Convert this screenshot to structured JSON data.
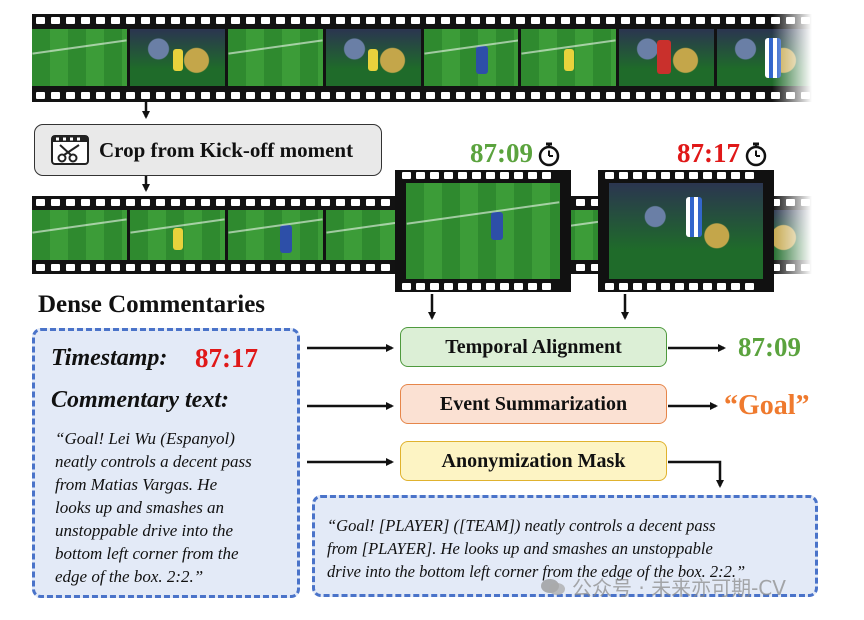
{
  "crop": {
    "label": "Crop from Kick-off moment",
    "icon": "scissors-film-icon"
  },
  "timestamps": {
    "aligned": {
      "value": "87:09",
      "color": "#5ba33e"
    },
    "original": {
      "value": "87:17",
      "color": "#e01818"
    }
  },
  "dense": {
    "title": "Dense Commentaries",
    "timestamp_label": "Timestamp:",
    "timestamp_value": "87:17",
    "commentary_label": "Commentary text:",
    "commentary_lines": [
      "“Goal! Lei Wu (Espanyol)",
      "neatly controls a decent pass",
      "from Matias Vargas. He",
      "looks up and smashes an",
      "unstoppable drive into the",
      "bottom left corner from the",
      "edge of the box. 2:2.”"
    ]
  },
  "processes": [
    {
      "label": "Temporal Alignment",
      "color": "#dcefd6"
    },
    {
      "label": "Event Summarization",
      "color": "#fbe1d3"
    },
    {
      "label": "Anonymization Mask",
      "color": "#fdf4c4"
    }
  ],
  "outputs": {
    "alignment": {
      "value": "87:09",
      "color": "#5ba33e"
    },
    "summary": {
      "value": "“Goal”",
      "color": "#ef7a2e"
    }
  },
  "anonymized": {
    "lines": [
      "“Goal! [PLAYER] ([TEAM]) neatly controls a decent pass",
      "from [PLAYER]. He looks up and smashes an unstoppable",
      "drive into the bottom left corner from the edge of the box. 2:2.”"
    ]
  },
  "watermark": {
    "text": "公众号 · 未来亦可期-CV"
  },
  "accent_colors": {
    "box_border": "#4a73c9",
    "box_fill": "#e3eaf7"
  }
}
